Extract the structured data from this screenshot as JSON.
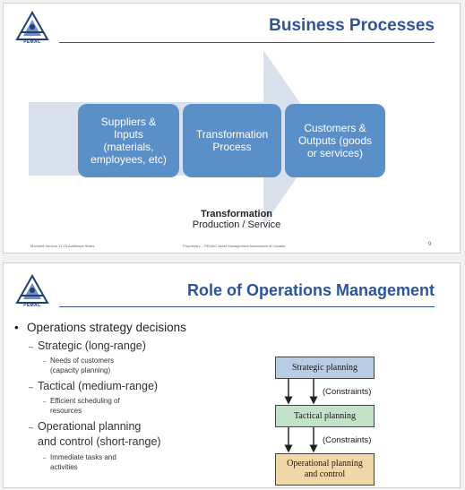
{
  "slide1": {
    "logo_text": "PEMAC",
    "title": "Business Processes",
    "boxes": {
      "suppliers": [
        "Suppliers &",
        "Inputs",
        "(materials,",
        "employees, etc)"
      ],
      "transformation": [
        "Transformation",
        "Process"
      ],
      "customers": [
        "Customers &",
        "Outputs (goods",
        "or services)"
      ]
    },
    "caption_bold": "Transformation",
    "caption": "Production / Service",
    "footer_left": "Module8-Version 11-03 Additional Slides",
    "footer_center": "Proprietary – PEMAC Asset Management Association of Canada",
    "page_number": "9",
    "colors": {
      "box": "#5b8fc8",
      "arrow": "#d9e1ec",
      "title": "#2e5597"
    }
  },
  "slide2": {
    "logo_text": "PEMAC",
    "title": "Role of Operations Management",
    "bullet": "Operations strategy decisions",
    "strategic": "Strategic (long-range)",
    "strategic_detail": [
      "Needs of customers",
      "(capacity planning)"
    ],
    "tactical": "Tactical (medium-range)",
    "tactical_detail": [
      "Efficient scheduling of",
      "resources"
    ],
    "operational": [
      "Operational planning",
      "and control (short-range)"
    ],
    "operational_detail": [
      "Immediate tasks and",
      "activities"
    ],
    "flow": {
      "strategic_box": "Strategic planning",
      "tactical_box": "Tactical planning",
      "operational_box": [
        "Operational planning",
        "and control"
      ],
      "constraint_1": "(Constraints)",
      "constraint_2": "(Constraints)"
    },
    "colors": {
      "strategic": "#b8cce4",
      "tactical": "#c3e3c9",
      "operational": "#f1d6a8"
    }
  }
}
